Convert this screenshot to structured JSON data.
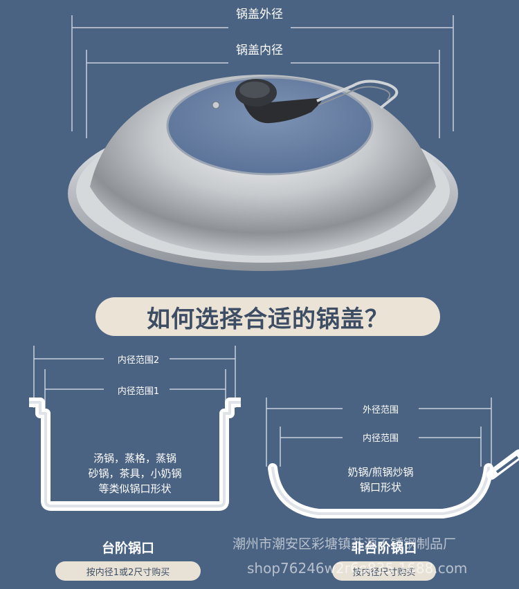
{
  "lid": {
    "outer_label": "锅盖外径",
    "inner_label": "锅盖内径"
  },
  "headline": "如何选择合适的锅盖？",
  "step_pot": {
    "range2_label": "内径范围2",
    "range1_label": "内径范围1",
    "description_lines": [
      "汤锅，蒸格，蒸锅",
      "砂锅，茶具，小奶锅",
      "等类似锅口形状"
    ],
    "title": "台阶锅口",
    "pill": "按内径1或2尺寸购买"
  },
  "round_pot": {
    "outer_label": "外径范围",
    "inner_label": "内径范围",
    "description_lines": [
      "奶锅/煎锅炒锅",
      "锅口形状"
    ],
    "title": "非台阶锅口",
    "pill": "按内径尺寸购买"
  },
  "watermark": {
    "line1": "潮州市潮安区彩塘镇苏源不锈钢制品厂",
    "line2": "shop76246w2r6o835.1688.com"
  }
}
